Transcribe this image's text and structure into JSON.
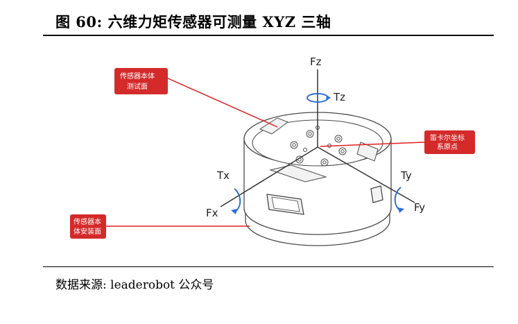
{
  "header": {
    "title": "图 60:  六维力矩传感器可测量 XYZ 三轴"
  },
  "figure": {
    "axes": {
      "fz": "Fz",
      "tz": "Tz",
      "tx": "Tx",
      "fx": "Fx",
      "ty": "Ty",
      "fy": "Fy"
    },
    "callouts": {
      "measure_face": [
        "传感器本体",
        "测试面"
      ],
      "cartesian": [
        "笛卡尔坐标",
        "系原点"
      ],
      "mount_face": [
        "传感器本",
        "体安装面"
      ]
    },
    "colors": {
      "callout_fill": "#d42a2a",
      "callout_line": "#e02020",
      "drawing_stroke": "#444444",
      "arrow_blue": "#2b6fd6"
    }
  },
  "footer": {
    "source": "数据来源:  leaderobot 公众号"
  }
}
